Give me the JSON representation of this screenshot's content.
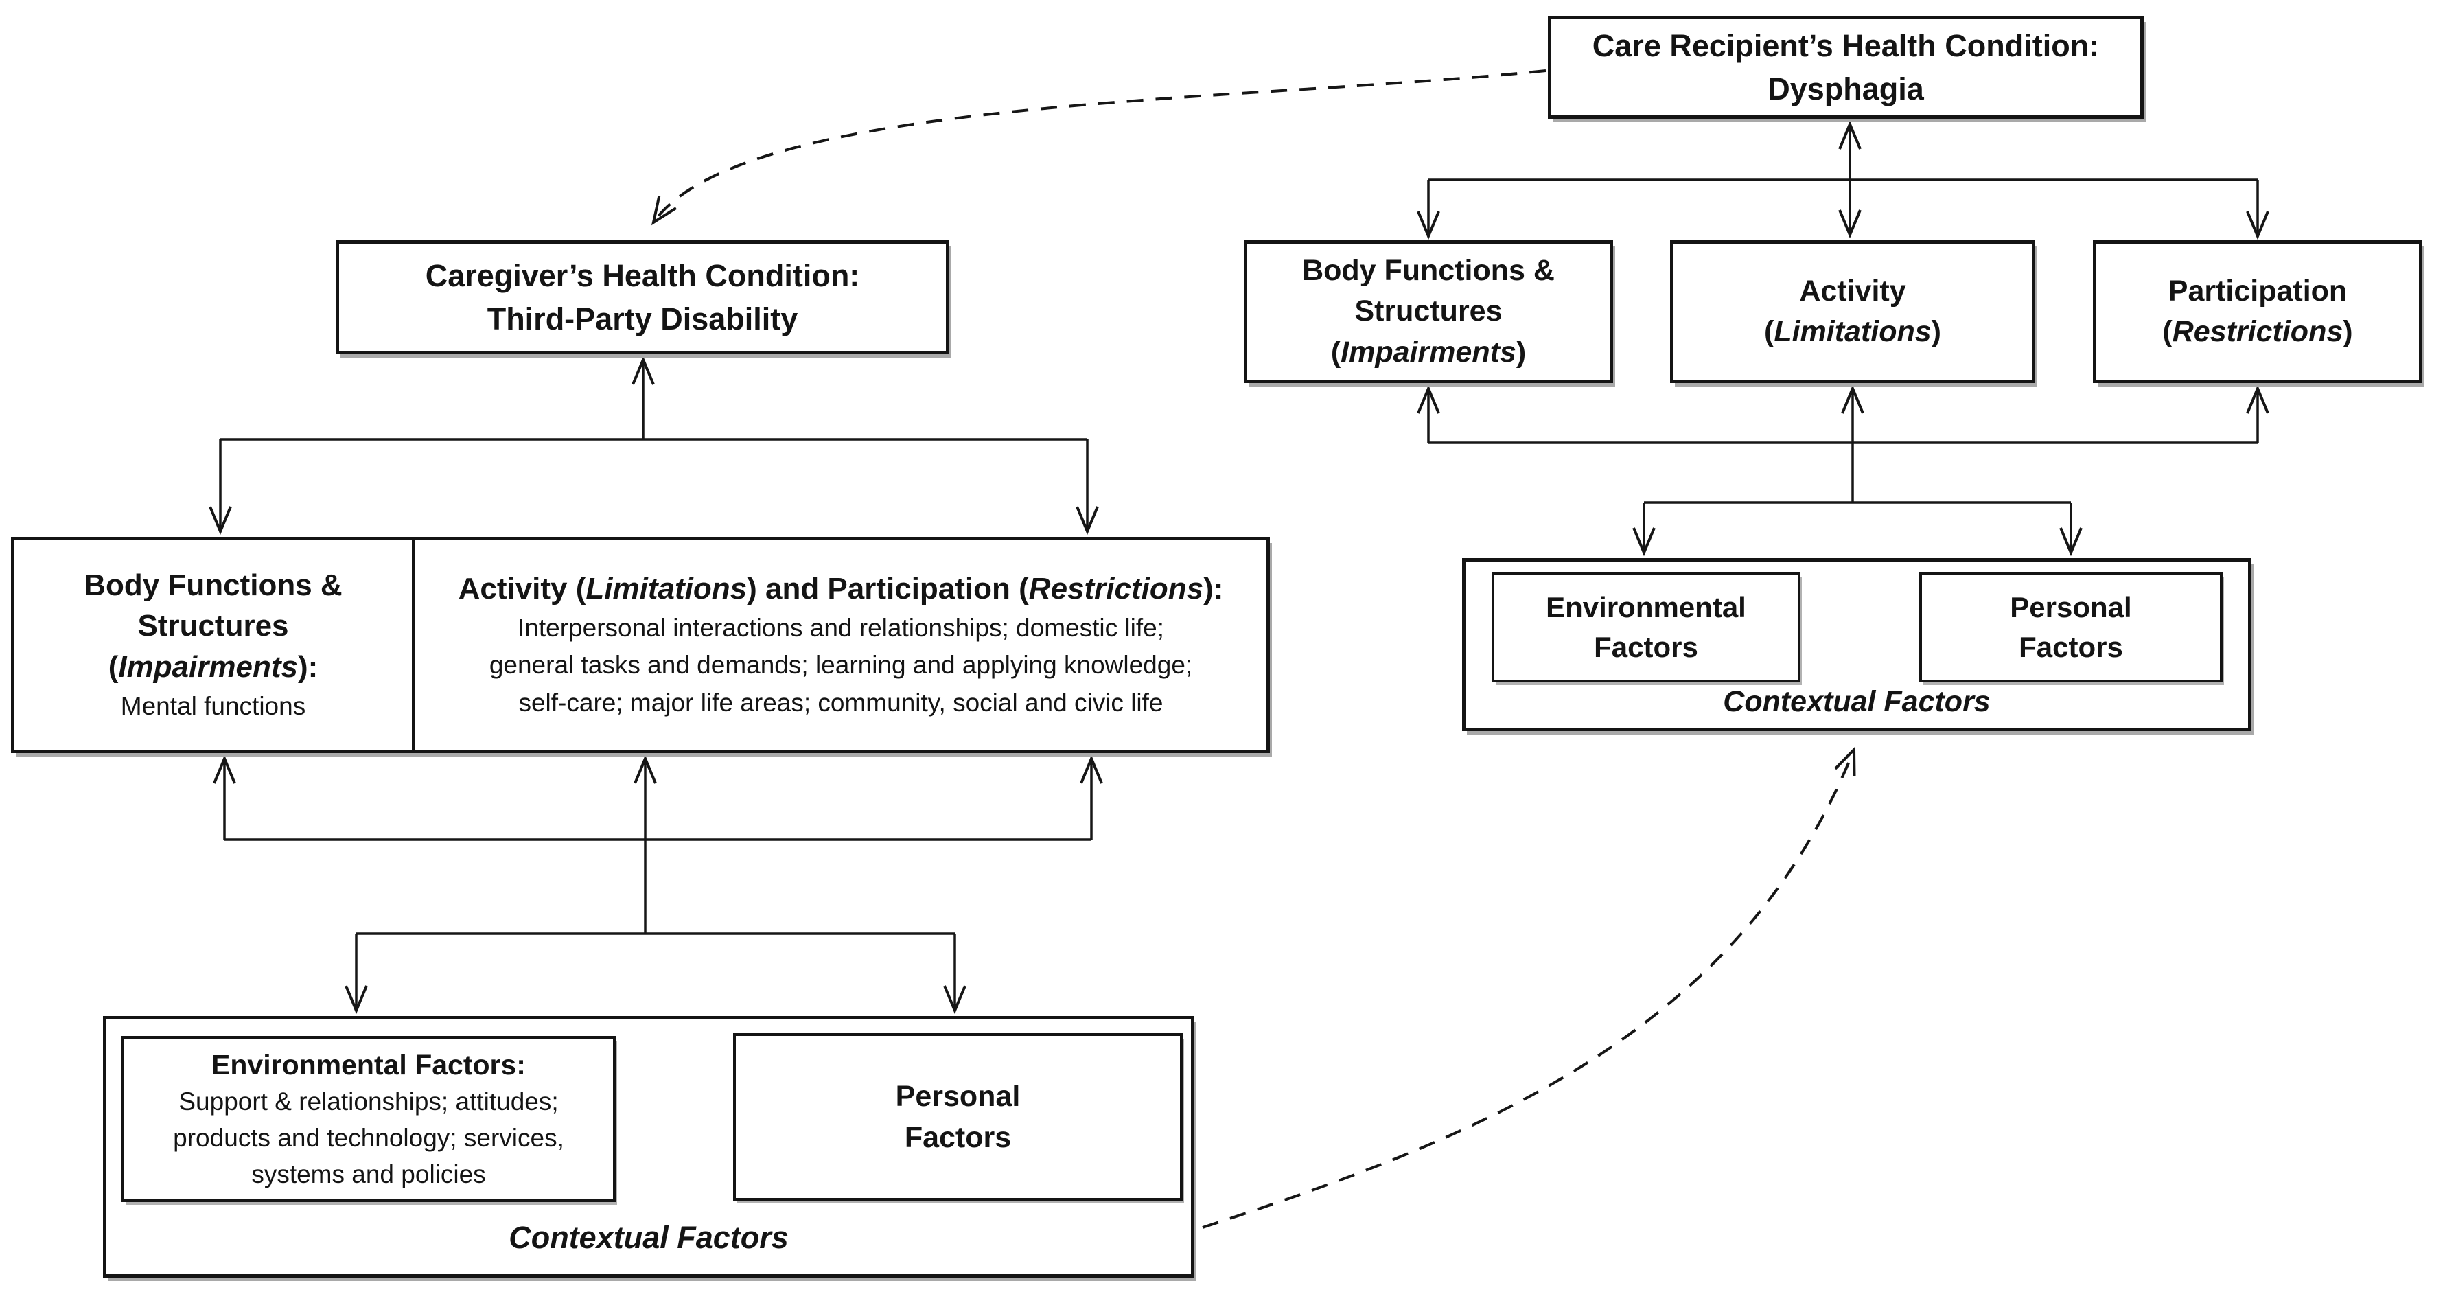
{
  "figure": {
    "right_model": {
      "care_recipient_box": {
        "title": [
          {
            "text": "Care Recipient’s Health Condition:\nDysphagia"
          }
        ]
      },
      "body_functions_box": {
        "title": [
          {
            "text": "Body Functions &\nStructures\n("
          },
          {
            "text": "Impairments",
            "italic": true
          },
          {
            "text": ")"
          }
        ]
      },
      "activity_box": {
        "title": [
          {
            "text": "Activity\n("
          },
          {
            "text": "Limitations",
            "italic": true
          },
          {
            "text": ")"
          }
        ]
      },
      "participation_box": {
        "title": [
          {
            "text": "Participation\n("
          },
          {
            "text": "Restrictions",
            "italic": true
          },
          {
            "text": ")"
          }
        ]
      },
      "environmental_box": {
        "title": [
          {
            "text": "Environmental\nFactors"
          }
        ]
      },
      "personal_box": {
        "title": [
          {
            "text": "Personal\nFactors"
          }
        ]
      },
      "contextual_label": [
        {
          "text": "Contextual Factors",
          "italic": true
        }
      ]
    },
    "left_model": {
      "caregiver_box": {
        "title": [
          {
            "text": "Caregiver’s Health Condition:\nThird-Party Disability"
          }
        ]
      },
      "body_functions_cell": {
        "title": [
          {
            "text": "Body Functions &\nStructures\n("
          },
          {
            "text": "Impairments",
            "italic": true
          },
          {
            "text": "):"
          }
        ],
        "body": [
          {
            "text": "Mental functions"
          }
        ]
      },
      "activity_participation_cell": {
        "title": [
          {
            "text": "Activity ("
          },
          {
            "text": "Limitations",
            "italic": true
          },
          {
            "text": ") and Participation ("
          },
          {
            "text": "Restrictions",
            "italic": true
          },
          {
            "text": "):"
          }
        ],
        "body": [
          {
            "text": "Interpersonal interactions and relationships; domestic life;\ngeneral tasks and demands; learning and applying knowledge;\nself-care; major life areas; community, social and civic life"
          }
        ]
      },
      "environmental_box": {
        "title": [
          {
            "text": "Environmental Factors:"
          }
        ],
        "body": [
          {
            "text": "Support & relationships; attitudes;\nproducts and technology; services,\nsystems and policies"
          }
        ]
      },
      "personal_box": {
        "title": [
          {
            "text": "Personal\nFactors"
          }
        ]
      },
      "contextual_label": [
        {
          "text": "Contextual Factors",
          "italic": true
        }
      ]
    },
    "colors": {
      "ink": "#141414",
      "background": "#ffffff",
      "shadow": "#a9a9a9"
    }
  }
}
